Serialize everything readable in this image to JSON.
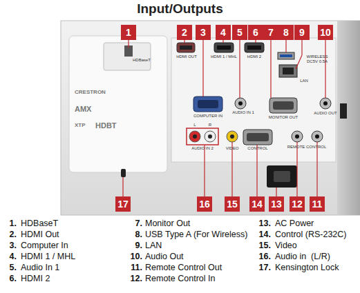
{
  "diagram": {
    "title": "Input/Outputs",
    "nodes": [
      {
        "text": [
          "1"
        ]
      },
      {
        "text": [
          "2"
        ]
      },
      {
        "text": [
          "3"
        ]
      },
      {
        "text": [
          "4"
        ]
      },
      {
        "text": [
          "5"
        ]
      },
      {
        "text": [
          "6"
        ]
      },
      {
        "text": [
          "7"
        ]
      },
      {
        "text": [
          "8"
        ]
      },
      {
        "text": [
          "9"
        ]
      },
      {
        "text": [
          "10"
        ]
      },
      {
        "text": [
          "17"
        ]
      },
      {
        "text": [
          "16"
        ]
      },
      {
        "text": [
          "15"
        ]
      },
      {
        "text": [
          "14"
        ]
      },
      {
        "text": [
          "13"
        ]
      },
      {
        "text": [
          "12"
        ]
      },
      {
        "text": [
          "11"
        ]
      }
    ],
    "labels": [
      "HDBaseT",
      "HDMI OUT",
      "HDMI 1 / MHL",
      "HDMI 2",
      "COMPUTER IN",
      "AUDIO IN 1",
      "MONITOR OUT",
      "WIRELESS",
      "DC5V 0.5A",
      "LAN",
      "AUDIO OUT",
      "L",
      "R",
      "AUDIO IN 2",
      "VIDEO",
      "CONTROL",
      "REMOTE CONTROL",
      "CRESTRON",
      "AMX",
      "XTP",
      "HDBT",
      "1.",
      "HDBaseT",
      "2.",
      "HDMI Out",
      "3.",
      "Computer In",
      "4.",
      "HDMI 1 / MHL",
      "5.",
      "Audio In 1",
      "6.",
      "HDMI 2",
      "7.",
      "Monitor Out",
      "8.",
      "USB Type A (For Wireless)",
      "9.",
      "LAN",
      "10.",
      "Audio Out",
      "11.",
      "Remote Control Out",
      "12.",
      "Remote Control In",
      "13.",
      "AC Power",
      "14.",
      "Control (RS-232C)",
      "15.",
      "Video",
      "16.",
      "Audio in  (L/R)",
      "17.",
      "Kensington Lock"
    ]
  }
}
